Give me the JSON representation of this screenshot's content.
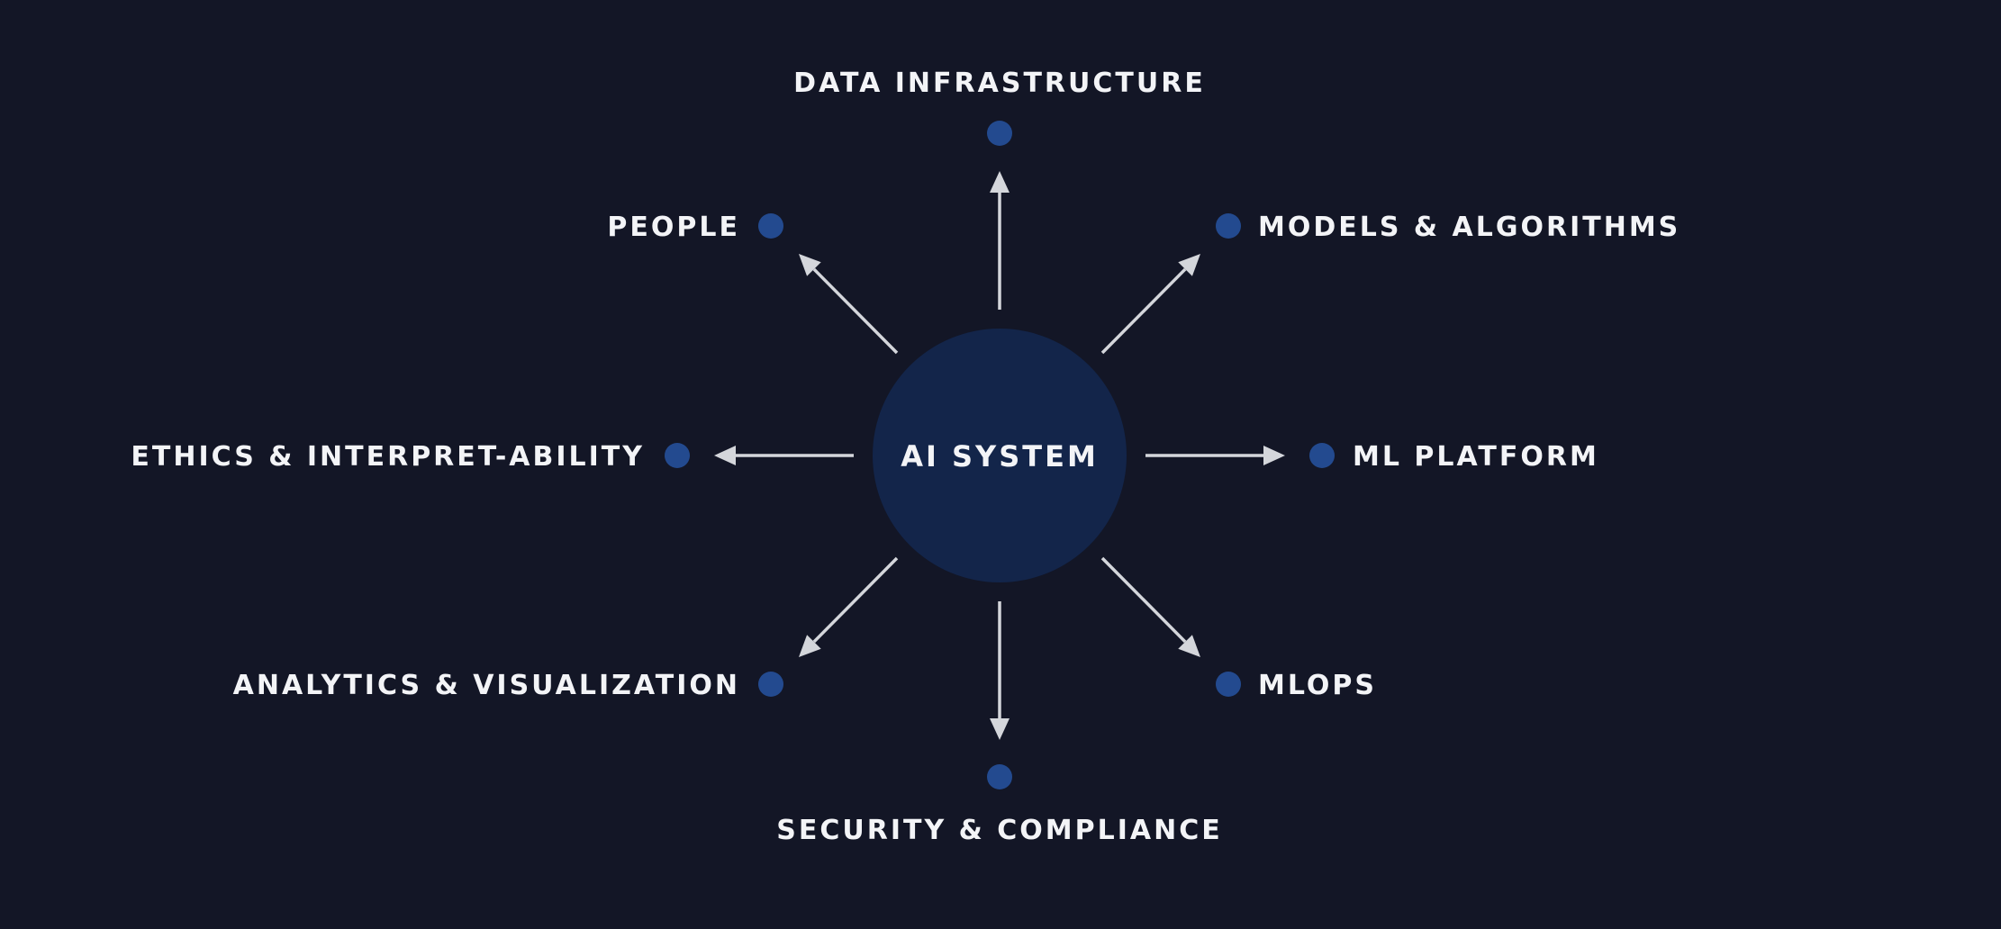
{
  "colors": {
    "background": "#131626",
    "hub": "#13254a",
    "node_dot": "#234a8f",
    "arrow": "#d4d6db",
    "text": "#f3f4f7"
  },
  "hub": {
    "label": "AI SYSTEM"
  },
  "nodes": [
    {
      "id": "data-infrastructure",
      "label": "DATA INFRASTRUCTURE"
    },
    {
      "id": "models-algorithms",
      "label": "MODELS & ALGORITHMS"
    },
    {
      "id": "ml-platform",
      "label": "ML PLATFORM"
    },
    {
      "id": "mlops",
      "label": "MLOPS"
    },
    {
      "id": "security-compliance",
      "label": "SECURITY & COMPLIANCE"
    },
    {
      "id": "analytics-visualization",
      "label": "ANALYTICS & VISUALIZATION"
    },
    {
      "id": "ethics-interpretability",
      "label": "ETHICS & INTERPRET-ABILITY"
    },
    {
      "id": "people",
      "label": "PEOPLE"
    }
  ]
}
